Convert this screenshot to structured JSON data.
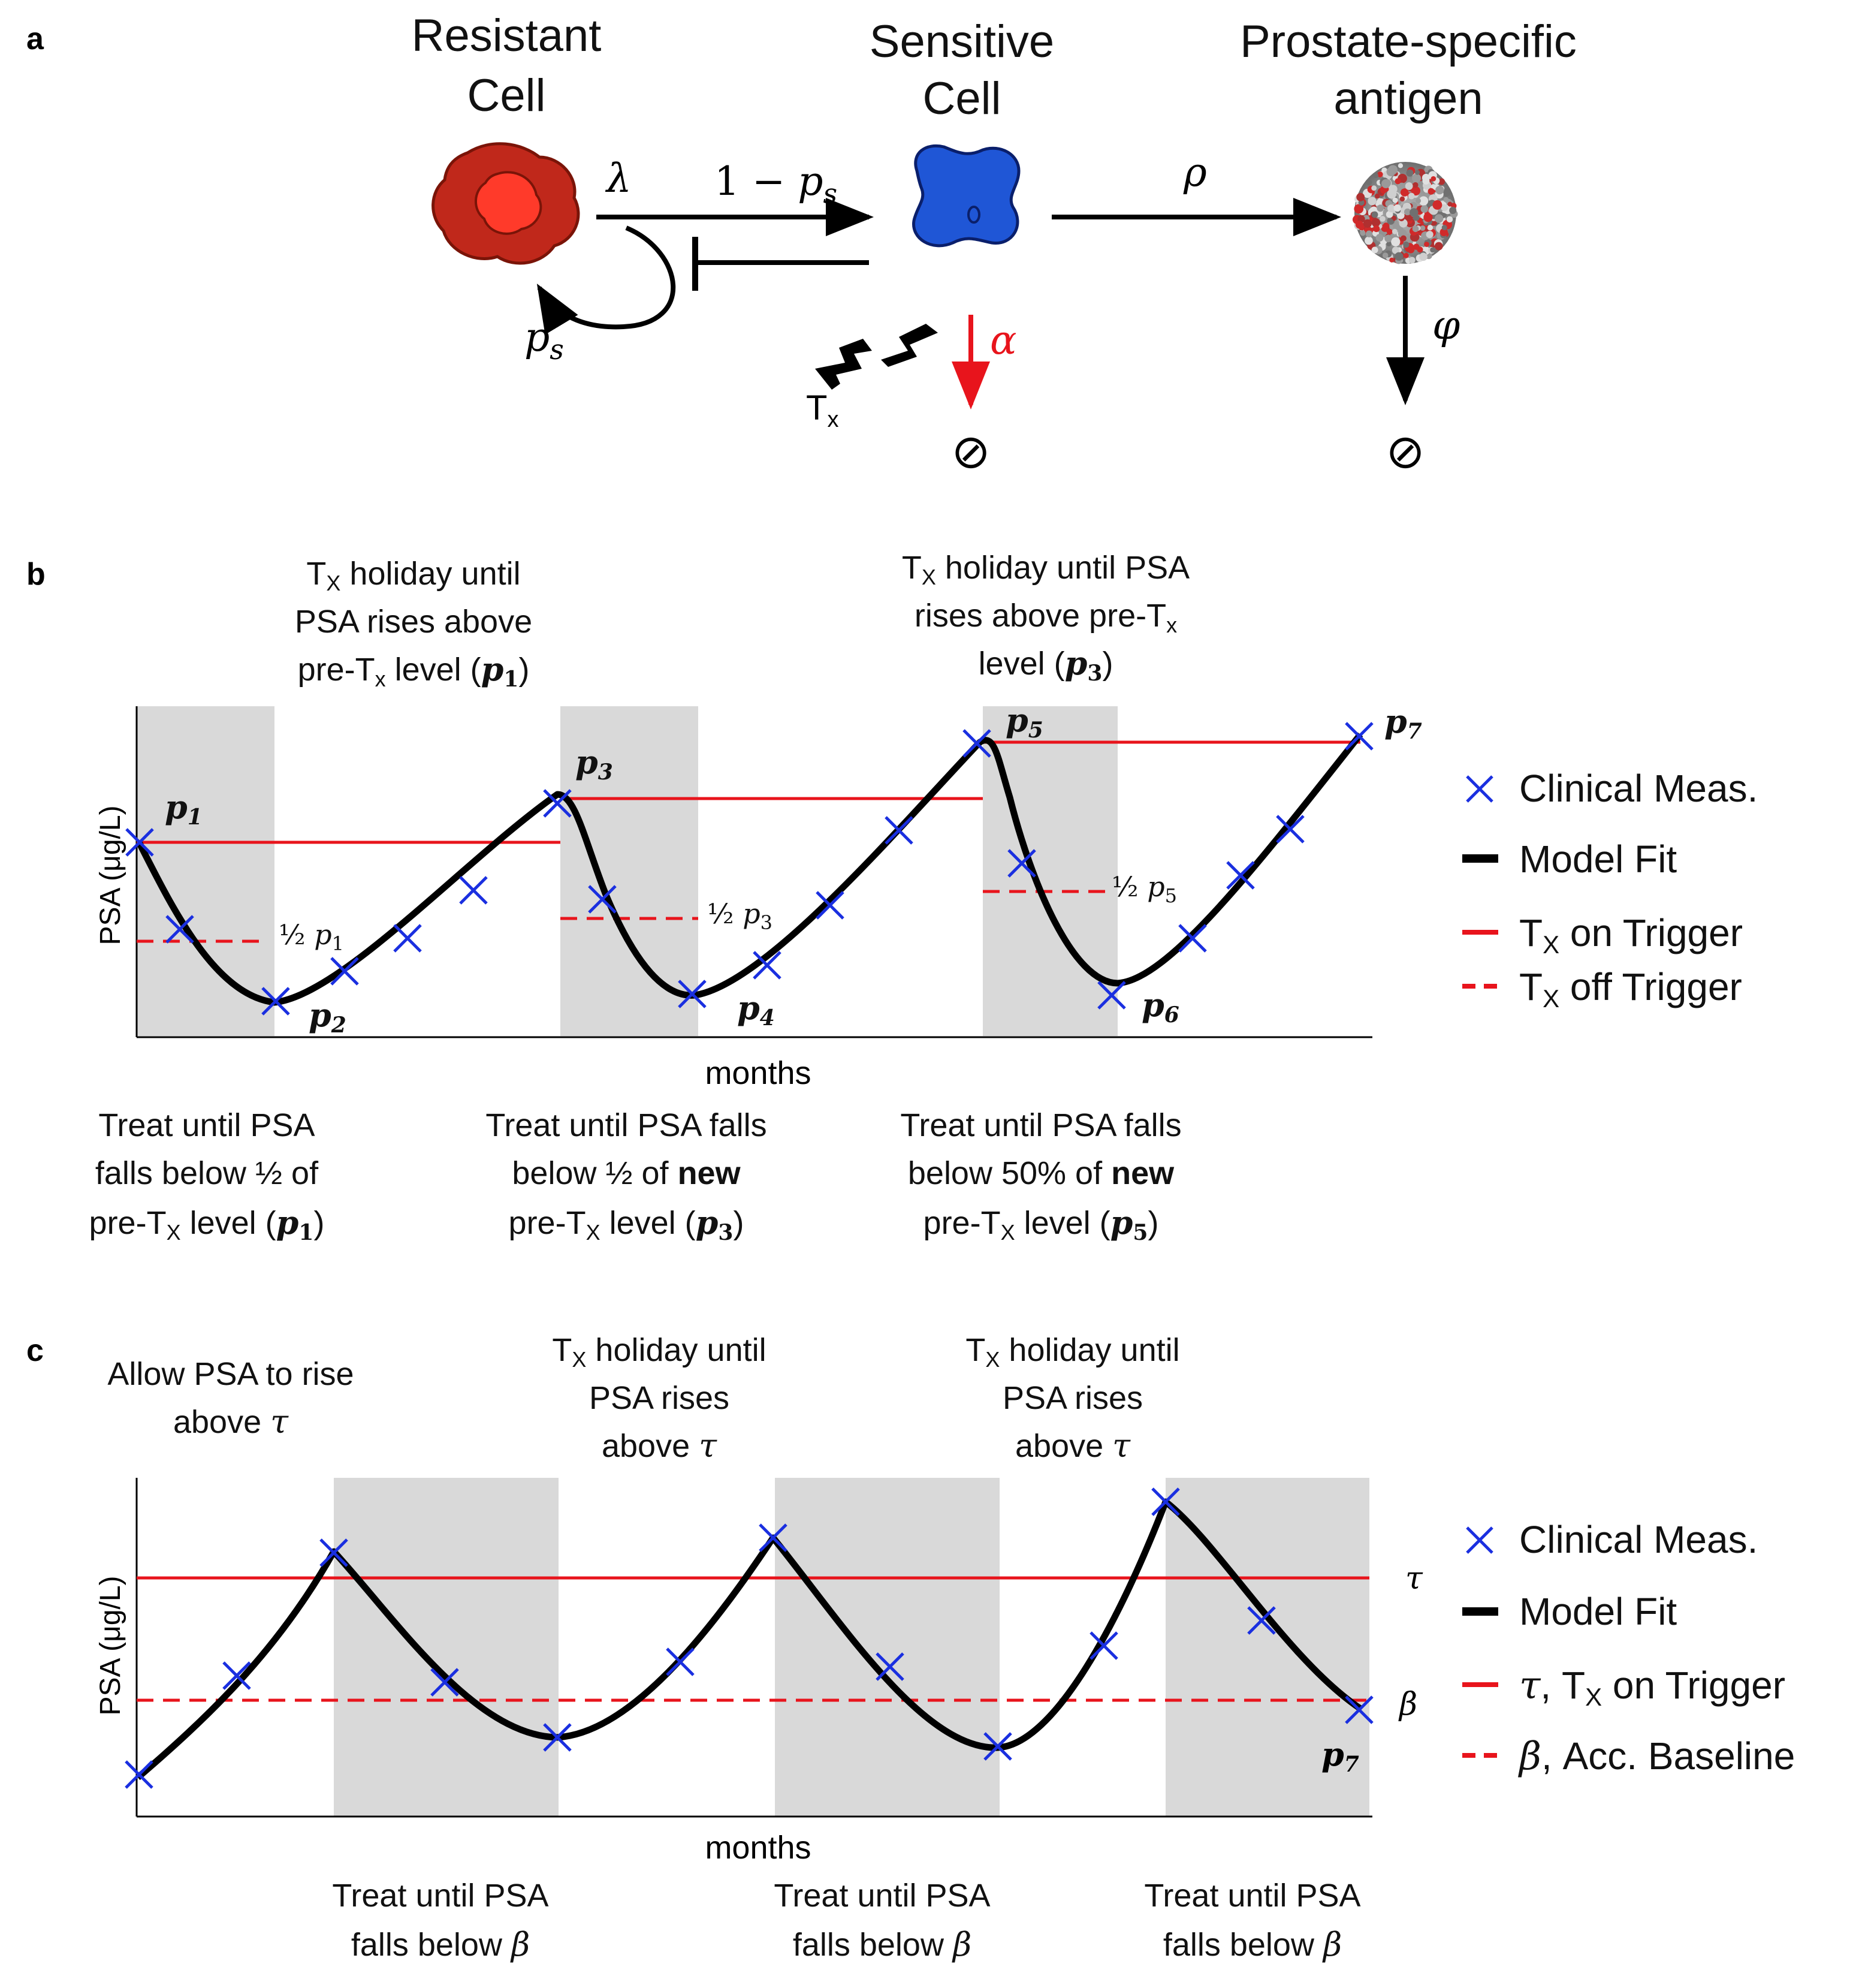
{
  "panel_a": {
    "label": "a",
    "resistant": {
      "line1": "Resistant",
      "line2": "Cell"
    },
    "sensitive": {
      "line1": "Sensitive",
      "line2": "Cell"
    },
    "psa": {
      "line1": "Prostate-specific",
      "line2": "antigen"
    },
    "lambda": "λ",
    "one_minus_ps": "1 − ",
    "ps_sym": "p",
    "ps_sub": "s",
    "rho": "ρ",
    "phi": "φ",
    "alpha": "α",
    "tx": "T",
    "tx_sub": "x",
    "null_symbol": "⊘",
    "colors": {
      "resistant": "#c0281b",
      "sensitive": "#1f56d6",
      "alpha_arrow": "#e8141c"
    }
  },
  "panel_b": {
    "label": "b",
    "ylabel": "PSA (μg/L)",
    "xlabel": "months",
    "top_notes": [
      {
        "l1_pre": "T",
        "l1_sub": "X",
        "l1_post": " holiday until",
        "l2": "PSA rises above",
        "l3_a": "pre-T",
        "l3_sub": "x",
        "l3_b": " level (",
        "l3_p": "p",
        "l3_n": "1",
        "l3_c": ")"
      },
      {
        "l1_pre": "T",
        "l1_sub": "X",
        "l1_post": " holiday until PSA",
        "l2": "rises above pre-T",
        "l2_sub": "x",
        "l3_b": "level (",
        "l3_p": "p",
        "l3_n": "3",
        "l3_c": ")"
      }
    ],
    "bottom_notes": [
      {
        "l1": "Treat until PSA",
        "l2": "falls below ½ of",
        "l3_a": "pre-T",
        "l3_sub": "X",
        "l3_b": " level (",
        "l3_p": "p",
        "l3_n": "1",
        "l3_c": ")"
      },
      {
        "l1": "Treat until PSA falls",
        "l2_a": "below ½ of ",
        "l2_bold": "new",
        "l3_a": "pre-T",
        "l3_sub": "X",
        "l3_b": " level (",
        "l3_p": "p",
        "l3_n": "3",
        "l3_c": ")"
      },
      {
        "l1": "Treat until PSA falls",
        "l2_a": "below 50% of ",
        "l2_bold": "new",
        "l3_a": "pre-T",
        "l3_sub": "X",
        "l3_b": " level (",
        "l3_p": "p",
        "l3_n": "5",
        "l3_c": ")"
      }
    ],
    "point_labels": [
      {
        "p": "p",
        "n": "1"
      },
      {
        "p": "p",
        "n": "2"
      },
      {
        "p": "p",
        "n": "3"
      },
      {
        "p": "p",
        "n": "4"
      },
      {
        "p": "p",
        "n": "5"
      },
      {
        "p": "p",
        "n": "6"
      },
      {
        "p": "p",
        "n": "7"
      }
    ],
    "half_labels": [
      {
        "half": "½ ",
        "p": "p",
        "n": "1"
      },
      {
        "half": "½ ",
        "p": "p",
        "n": "3"
      },
      {
        "half": "½ ",
        "p": "p",
        "n": "5"
      }
    ],
    "legend": [
      {
        "label": "Clinical Meas."
      },
      {
        "label": "Model Fit"
      },
      {
        "pre": "T",
        "sub": "X",
        "post": " on Trigger"
      },
      {
        "pre": "T",
        "sub": "X",
        "post": " off Trigger"
      }
    ]
  },
  "panel_c": {
    "label": "c",
    "ylabel": "PSA (μg/L)",
    "xlabel": "months",
    "top_notes": [
      {
        "l1": "Allow PSA to rise",
        "l2_a": "above ",
        "l2_sym": "τ"
      },
      {
        "l1_pre": "T",
        "l1_sub": "X",
        "l1_post": " holiday until",
        "l2": "PSA rises",
        "l3_a": "above ",
        "l3_sym": "τ"
      },
      {
        "l1_pre": "T",
        "l1_sub": "X",
        "l1_post": " holiday until",
        "l2": "PSA rises",
        "l3_a": "above ",
        "l3_sym": "τ"
      }
    ],
    "bottom_notes": [
      {
        "l1": "Treat until PSA",
        "l2_a": "falls below ",
        "l2_sym": "β"
      },
      {
        "l1": "Treat until PSA",
        "l2_a": "falls below ",
        "l2_sym": "β"
      },
      {
        "l1": "Treat until PSA",
        "l2_a": "falls below ",
        "l2_sym": "β"
      }
    ],
    "tau": "τ",
    "beta": "β",
    "p7": {
      "p": "p",
      "n": "7"
    },
    "legend": [
      {
        "label": "Clinical Meas."
      },
      {
        "label": "Model Fit"
      },
      {
        "sym": "τ",
        "pre": ", T",
        "sub": "X",
        "post": " on Trigger"
      },
      {
        "sym": "β",
        "post": ", Acc. Baseline"
      }
    ]
  },
  "colors": {
    "marker": "#1a2fe0",
    "fit": "#000000",
    "trigger": "#e8141c",
    "treatment_band": "#d9d9d9"
  }
}
